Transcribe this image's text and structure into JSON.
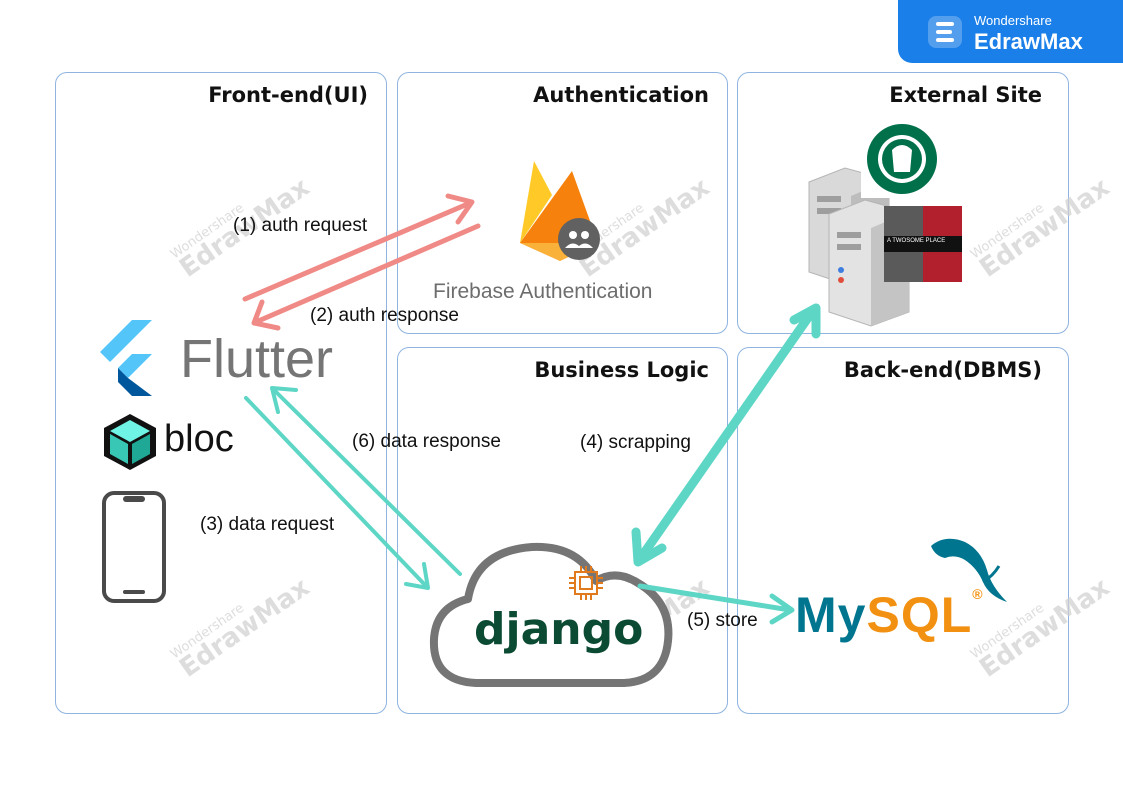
{
  "brand": {
    "top": "Wondershare",
    "bottom": "EdrawMax"
  },
  "panels": {
    "frontend": "Front-end(UI)",
    "auth": "Authentication",
    "external": "External Site",
    "business": "Business Logic",
    "backend": "Back-end(DBMS)"
  },
  "labels": {
    "auth_request": "(1) auth request",
    "auth_response": "(2) auth response",
    "data_request": "(3) data request",
    "scrapping": "(4) scrapping",
    "store": "(5) store",
    "data_response": "(6) data response"
  },
  "logos": {
    "firebase": "Firebase Authentication",
    "flutter": "Flutter",
    "bloc": "bloc",
    "django": "django",
    "mysql_my": "My",
    "mysql_sql": "SQL",
    "registered": "®",
    "external_site2": "A TWOSOME PLACE"
  },
  "watermark": {
    "line1": "Wondershare",
    "line2": "EdrawMax"
  },
  "colors": {
    "auth_arrow": "#f08a86",
    "data_arrow": "#5dd6c6",
    "panel_border": "#8fb4e0",
    "brand": "#1a7fe8"
  }
}
